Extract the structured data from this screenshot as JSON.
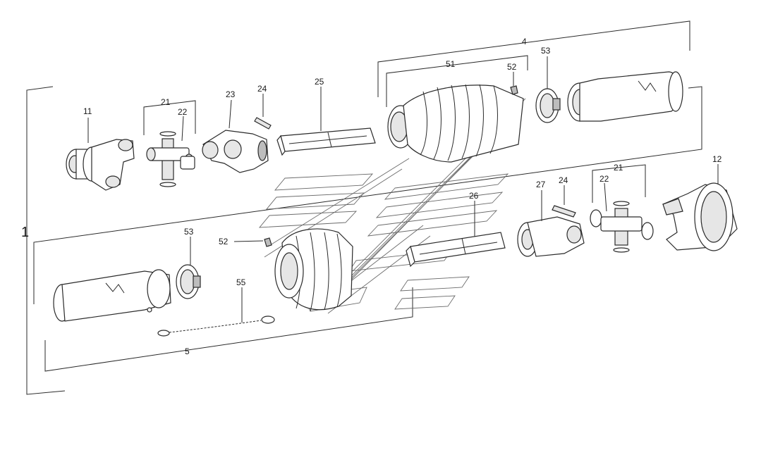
{
  "labels": {
    "l1": "1",
    "l4": "4",
    "l5": "5",
    "l11": "11",
    "l12": "12",
    "l21a": "21",
    "l21b": "21",
    "l22a": "22",
    "l22b": "22",
    "l23": "23",
    "l24a": "24",
    "l24b": "24",
    "l25": "25",
    "l26": "26",
    "l27": "27",
    "l51": "51",
    "l52a": "52",
    "l52b": "52",
    "l53a": "53",
    "l53b": "53",
    "l55": "55"
  }
}
